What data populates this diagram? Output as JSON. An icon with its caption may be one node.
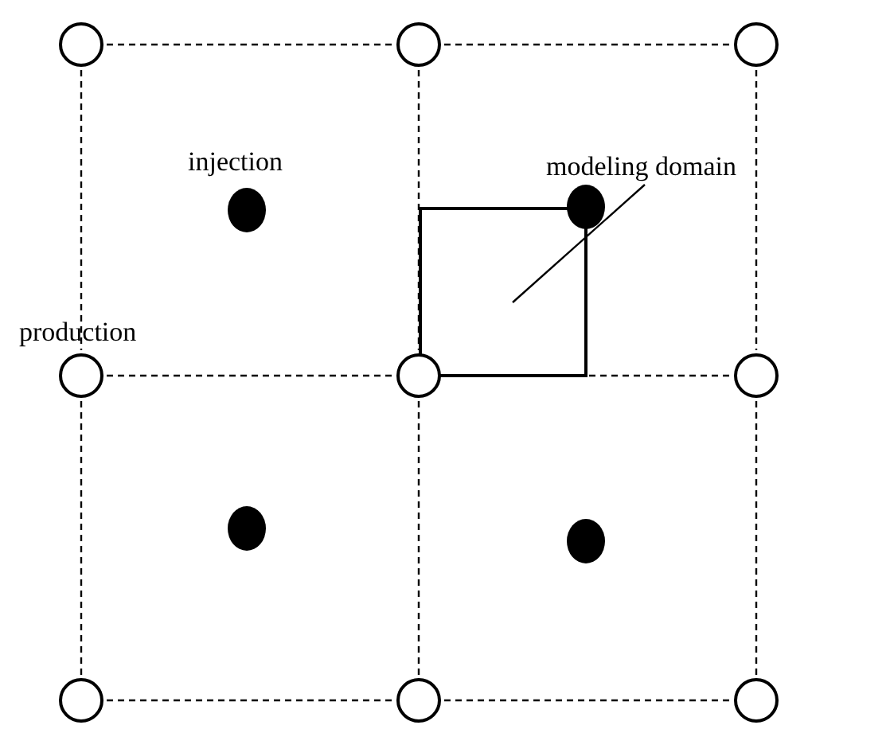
{
  "diagram": {
    "nodes": [
      {
        "text": [],
        "shape": "circle"
      },
      {
        "text": [],
        "shape": "circle"
      },
      {
        "text": [],
        "shape": "circle"
      },
      {
        "text": [],
        "shape": "circle",
        "beside": [
          "injection"
        ]
      },
      {
        "text": [],
        "shape": "box"
      },
      {
        "text": [],
        "shape": "circle"
      },
      {
        "text": [
          "modeling domain"
        ]
      },
      {
        "text": [],
        "shape": "circle",
        "beside": [
          "production"
        ]
      },
      {
        "text": [],
        "shape": "circle"
      },
      {
        "text": [],
        "shape": "circle"
      },
      {
        "text": [],
        "shape": "circle"
      },
      {
        "text": [],
        "shape": "circle"
      },
      {
        "text": [],
        "shape": "circle"
      },
      {
        "text": [],
        "shape": "circle"
      },
      {
        "text": [],
        "shape": "circle"
      }
    ],
    "edges": [
      {
        "from": 0,
        "to": 1,
        "arrow": "none",
        "style": "dashed"
      },
      {
        "from": 1,
        "to": 2,
        "arrow": "none",
        "style": "dashed"
      },
      {
        "from": 7,
        "to": 8,
        "arrow": "none",
        "style": "dashed"
      },
      {
        "from": 8,
        "to": 9,
        "arrow": "none",
        "style": "dashed"
      },
      {
        "from": 12,
        "to": 13,
        "arrow": "none",
        "style": "dashed"
      },
      {
        "from": 13,
        "to": 14,
        "arrow": "none",
        "style": "dashed"
      },
      {
        "from": 0,
        "to": 7,
        "arrow": "none",
        "style": "dashed"
      },
      {
        "from": 7,
        "to": 12,
        "arrow": "none",
        "style": "dashed"
      },
      {
        "from": 1,
        "to": 8,
        "arrow": "none",
        "style": "dashed"
      },
      {
        "from": 8,
        "to": 13,
        "arrow": "none",
        "style": "dashed"
      },
      {
        "from": 2,
        "to": 9,
        "arrow": "none",
        "style": "dashed"
      },
      {
        "from": 9,
        "to": 14,
        "arrow": "none",
        "style": "dashed"
      },
      {
        "from": 6,
        "to": 4,
        "arrow": "none"
      }
    ]
  }
}
